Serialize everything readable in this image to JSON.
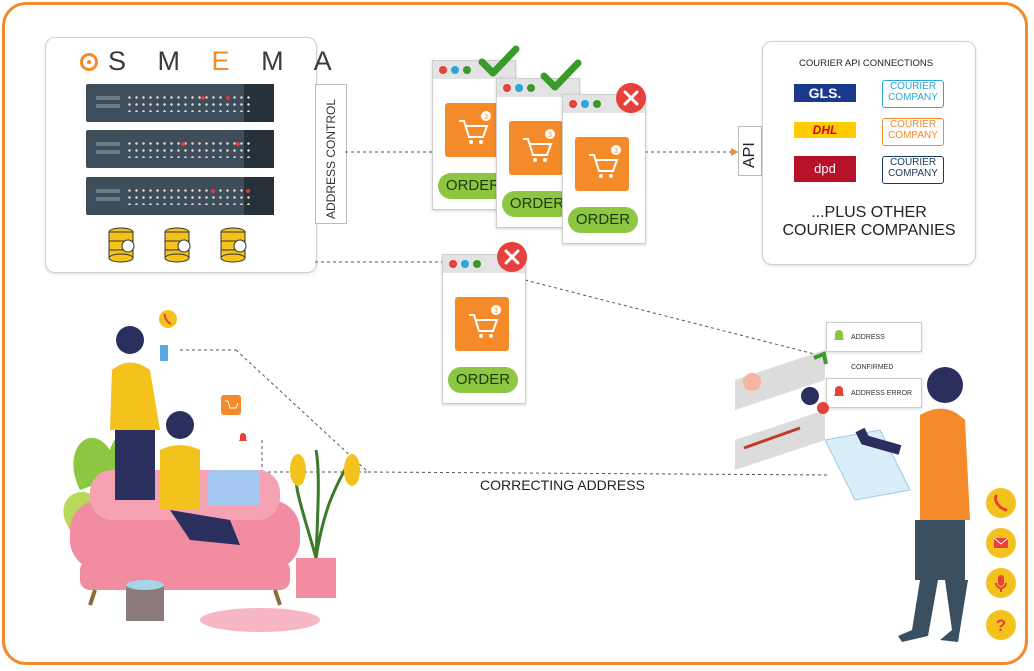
{
  "brand": {
    "name_prefix": "S M",
    "name_e": "E",
    "name_suffix": "M A"
  },
  "labels": {
    "address_control": "ADDRESS CONTROL",
    "api": "API",
    "correcting_address": "CORRECTING ADDRESS"
  },
  "orders": [
    {
      "label": "ORDER",
      "status": "valid",
      "cart_count": "3"
    },
    {
      "label": "ORDER",
      "status": "valid",
      "cart_count": "3"
    },
    {
      "label": "ORDER",
      "status": "invalid",
      "cart_count": "3"
    },
    {
      "label": "ORDER",
      "status": "invalid",
      "cart_count": "3"
    }
  ],
  "courier_panel": {
    "title": "COURIER API CONNECTIONS",
    "couriers": [
      {
        "logo": "GLS.",
        "placeholder": "COURIER\nCOMPANY",
        "logo_bg": "#1b3a8e",
        "logo_fg": "#ffffff",
        "box_color": "#2aa7d8"
      },
      {
        "logo": "DHL",
        "placeholder": "COURIER\nCOMPANY",
        "logo_bg": "#ffcc00",
        "logo_fg": "#d40511",
        "box_color": "#f58a2a"
      },
      {
        "logo": "dpd",
        "placeholder": "COURIER\nCOMPANY",
        "logo_bg": "#b8112a",
        "logo_fg": "#ffffff",
        "box_color": "#1b3a5e"
      }
    ],
    "other_line1": "...PLUS OTHER",
    "other_line2": "COURIER COMPANIES"
  },
  "notifications": [
    {
      "text": "ADDRESS CONFIRMED",
      "status": "confirmed"
    },
    {
      "text": "ADDRESS ERROR",
      "status": "error"
    }
  ],
  "colors": {
    "accent": "#f58a2a",
    "order_green": "#8dc641",
    "check_green": "#3a9a2a",
    "error_red": "#e8403d"
  },
  "icons": [
    "phone-icon",
    "email-icon",
    "microphone-icon",
    "question-icon"
  ]
}
